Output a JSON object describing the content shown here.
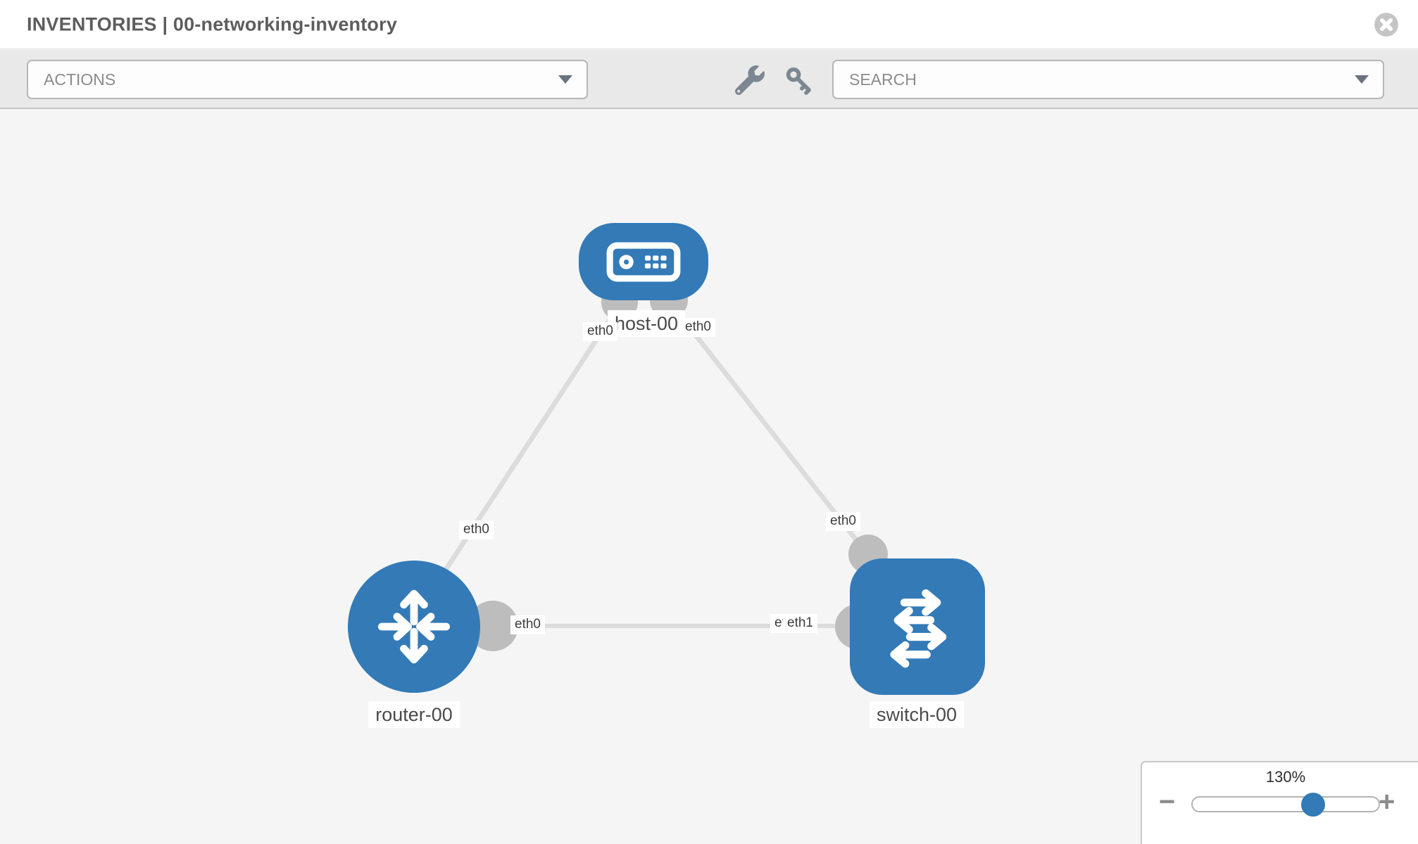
{
  "header": {
    "title": "INVENTORIES | 00-networking-inventory"
  },
  "toolbar": {
    "actions_label": "ACTIONS",
    "search_placeholder": "SEARCH",
    "icons": [
      "wrench-icon",
      "key-icon"
    ]
  },
  "topology": {
    "nodes": {
      "host": {
        "label": "host-00",
        "type": "host"
      },
      "router": {
        "label": "router-00",
        "type": "router"
      },
      "switch": {
        "label": "switch-00",
        "type": "switch"
      }
    },
    "links": [
      {
        "from": "host-00",
        "to": "router-00",
        "from_interface": "eth0",
        "to_interface": "eth0"
      },
      {
        "from": "host-00",
        "to": "switch-00",
        "from_interface": "eth0",
        "to_interface": "eth0"
      },
      {
        "from": "router-00",
        "to": "switch-00",
        "from_interface": "eth0",
        "to_interface": "eth1"
      }
    ],
    "interfaces": {
      "host_left": "eth0",
      "host_right": "eth0",
      "link_host_router": "eth0",
      "link_host_switch": "eth0",
      "router_right": "eth0",
      "switch_under": "eth0",
      "switch_over": "eth1"
    }
  },
  "zoom_control": {
    "level": "130%",
    "minus": "−",
    "plus": "+"
  },
  "colors": {
    "node_blue": "#337ab7",
    "link_gray": "#dcdcdc",
    "connector_gray": "#bdbdbd",
    "toolbar_gray": "#e9e9e9",
    "canvas_gray": "#f5f5f5"
  }
}
